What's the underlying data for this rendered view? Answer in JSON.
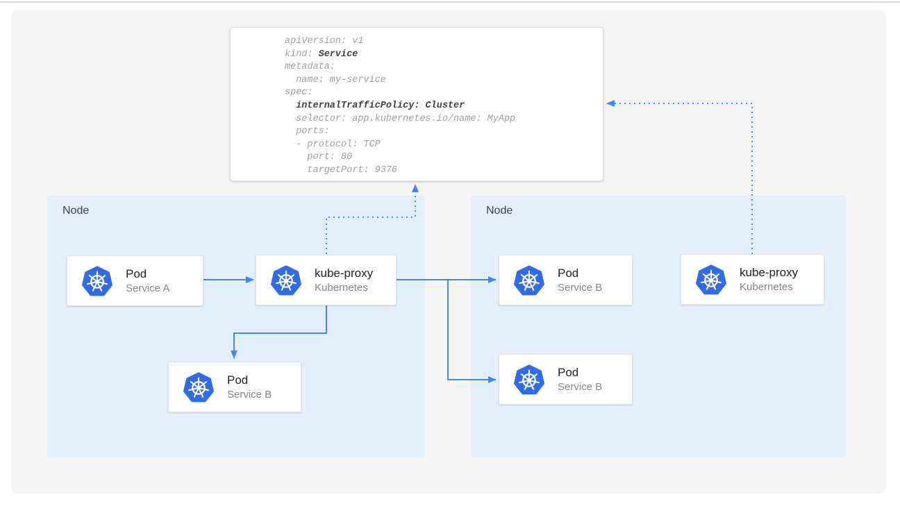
{
  "colors": {
    "arrow_blue": "#4285f4",
    "k8s_blue": "#326ce5",
    "node_bg": "#e3f0fc",
    "canvas_bg": "#f5f5f6",
    "card_bg": "#ffffff",
    "card_border": "#e0e0e0",
    "yaml_text_gray": "#9aa0a6",
    "yaml_text_dark": "#3c4043",
    "title_dark": "#212121",
    "subtitle_gray": "#80868b",
    "node_label": "#3c4043",
    "hairline": "#dbdde0"
  },
  "icons": {
    "kubernetes": "kubernetes-helm-wheel-icon"
  },
  "yaml": {
    "lines": [
      {
        "pre": "apiVersion: v1"
      },
      {
        "pre": "kind: ",
        "bold": "Service"
      },
      {
        "pre": "metadata:"
      },
      {
        "pre": "  name: my-service"
      },
      {
        "pre": "spec:"
      },
      {
        "pre": "  ",
        "bold": "internalTrafficPolicy: Cluster"
      },
      {
        "pre": "  selector: app.kubernetes.io/name: MyApp"
      },
      {
        "pre": "  ports:"
      },
      {
        "pre": "  - protocol: TCP"
      },
      {
        "pre": "    port: 80"
      },
      {
        "pre": "    targetPort: 9376"
      }
    ]
  },
  "nodes": {
    "left": {
      "label": "Node"
    },
    "right": {
      "label": "Node"
    }
  },
  "cards": {
    "pod_a": {
      "title": "Pod",
      "subtitle": "Service A"
    },
    "kube_proxy_left": {
      "title": "kube-proxy",
      "subtitle": "Kubernetes"
    },
    "pod_b_left": {
      "title": "Pod",
      "subtitle": "Service B"
    },
    "pod_b_right_top": {
      "title": "Pod",
      "subtitle": "Service B"
    },
    "pod_b_right_bottom": {
      "title": "Pod",
      "subtitle": "Service B"
    },
    "kube_proxy_right": {
      "title": "kube-proxy",
      "subtitle": "Kubernetes"
    }
  }
}
